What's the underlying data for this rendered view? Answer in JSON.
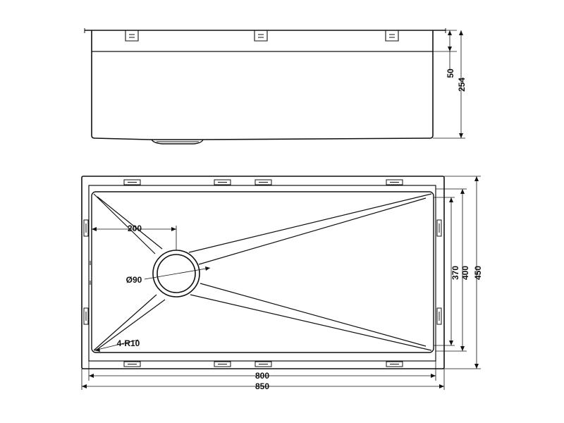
{
  "side_view": {
    "dim_top_height": "50",
    "dim_total_height": "254"
  },
  "top_view": {
    "dim_drain_offset": "200",
    "dim_drain_diameter": "Ø90",
    "dim_corner_radius": "4-R10",
    "dim_inner_width": "800",
    "dim_outer_width": "850",
    "dim_inner_depth_370": "370",
    "dim_inner_depth_400": "400",
    "dim_outer_depth": "450"
  },
  "colors": {
    "line": "#111111",
    "background": "#ffffff"
  }
}
